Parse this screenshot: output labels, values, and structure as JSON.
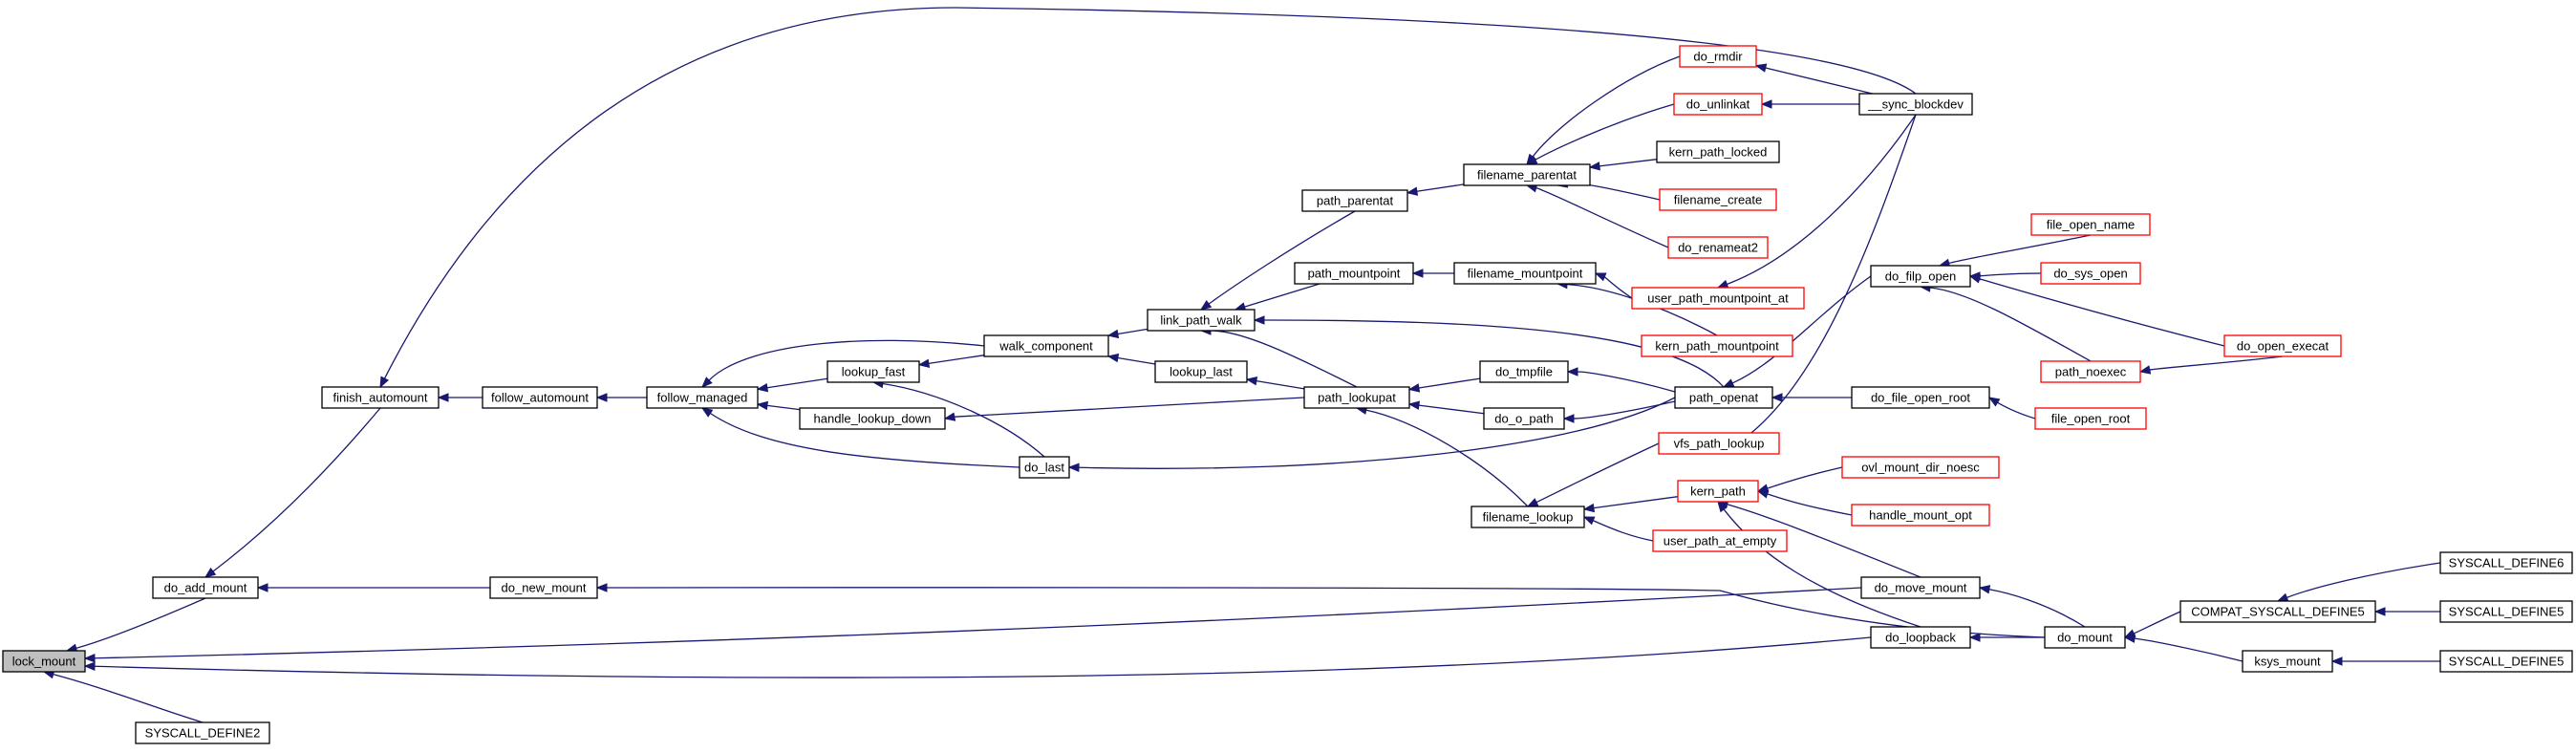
{
  "colors": {
    "edge": "#191970",
    "normal_border": "#000000",
    "red_border": "#ff0000",
    "current_fill": "#bfbfbf"
  },
  "nodes": {
    "lock_mount": {
      "label": "lock_mount",
      "style": "current"
    },
    "do_add_mount": {
      "label": "do_add_mount",
      "style": "normal"
    },
    "SYSCALL_DEFINE2": {
      "label": "SYSCALL_DEFINE2",
      "style": "normal"
    },
    "finish_automount": {
      "label": "finish_automount",
      "style": "normal"
    },
    "follow_automount": {
      "label": "follow_automount",
      "style": "normal"
    },
    "follow_managed": {
      "label": "follow_managed",
      "style": "normal"
    },
    "lookup_fast": {
      "label": "lookup_fast",
      "style": "normal"
    },
    "handle_lookup_down": {
      "label": "handle_lookup_down",
      "style": "normal"
    },
    "do_new_mount": {
      "label": "do_new_mount",
      "style": "normal"
    },
    "walk_component": {
      "label": "walk_component",
      "style": "normal"
    },
    "do_last": {
      "label": "do_last",
      "style": "normal"
    },
    "link_path_walk": {
      "label": "link_path_walk",
      "style": "normal"
    },
    "lookup_last": {
      "label": "lookup_last",
      "style": "normal"
    },
    "path_parentat": {
      "label": "path_parentat",
      "style": "normal"
    },
    "path_mountpoint": {
      "label": "path_mountpoint",
      "style": "normal"
    },
    "path_lookupat": {
      "label": "path_lookupat",
      "style": "normal"
    },
    "filename_lookup": {
      "label": "filename_lookup",
      "style": "normal"
    },
    "filename_parentat": {
      "label": "filename_parentat",
      "style": "normal"
    },
    "filename_mountpoint": {
      "label": "filename_mountpoint",
      "style": "normal"
    },
    "do_tmpfile": {
      "label": "do_tmpfile",
      "style": "normal"
    },
    "do_o_path": {
      "label": "do_o_path",
      "style": "normal"
    },
    "do_rmdir": {
      "label": "do_rmdir",
      "style": "red"
    },
    "do_unlinkat": {
      "label": "do_unlinkat",
      "style": "red"
    },
    "kern_path_locked": {
      "label": "kern_path_locked",
      "style": "normal"
    },
    "filename_create": {
      "label": "filename_create",
      "style": "red"
    },
    "do_renameat2": {
      "label": "do_renameat2",
      "style": "red"
    },
    "user_path_mountpoint_at": {
      "label": "user_path_mountpoint_at",
      "style": "red"
    },
    "kern_path_mountpoint": {
      "label": "kern_path_mountpoint",
      "style": "red"
    },
    "path_openat": {
      "label": "path_openat",
      "style": "normal"
    },
    "vfs_path_lookup": {
      "label": "vfs_path_lookup",
      "style": "red"
    },
    "kern_path": {
      "label": "kern_path",
      "style": "red"
    },
    "user_path_at_empty": {
      "label": "user_path_at_empty",
      "style": "red"
    },
    "__sync_blockdev": {
      "label": "__sync_blockdev",
      "style": "normal"
    },
    "do_filp_open": {
      "label": "do_filp_open",
      "style": "normal"
    },
    "do_file_open_root": {
      "label": "do_file_open_root",
      "style": "normal"
    },
    "ovl_mount_dir_noesc": {
      "label": "ovl_mount_dir_noesc",
      "style": "red"
    },
    "handle_mount_opt": {
      "label": "handle_mount_opt",
      "style": "red"
    },
    "do_move_mount": {
      "label": "do_move_mount",
      "style": "normal"
    },
    "do_loopback": {
      "label": "do_loopback",
      "style": "normal"
    },
    "file_open_name": {
      "label": "file_open_name",
      "style": "red"
    },
    "do_sys_open": {
      "label": "do_sys_open",
      "style": "red"
    },
    "path_noexec": {
      "label": "path_noexec",
      "style": "red"
    },
    "file_open_root": {
      "label": "file_open_root",
      "style": "red"
    },
    "do_mount": {
      "label": "do_mount",
      "style": "normal"
    },
    "do_open_execat": {
      "label": "do_open_execat",
      "style": "red"
    },
    "COMPAT_SYSCALL_DEFINE5": {
      "label": "COMPAT_SYSCALL_DEFINE5",
      "style": "normal"
    },
    "ksys_mount": {
      "label": "ksys_mount",
      "style": "normal"
    },
    "SYSCALL_DEFINE6": {
      "label": "SYSCALL_DEFINE6",
      "style": "normal"
    },
    "SYSCALL_DEFINE5_a": {
      "label": "SYSCALL_DEFINE5",
      "style": "normal"
    },
    "SYSCALL_DEFINE5_b": {
      "label": "SYSCALL_DEFINE5",
      "style": "normal"
    }
  },
  "edges": [
    [
      "do_add_mount",
      "lock_mount"
    ],
    [
      "SYSCALL_DEFINE2",
      "lock_mount"
    ],
    [
      "do_move_mount",
      "lock_mount"
    ],
    [
      "do_loopback",
      "lock_mount"
    ],
    [
      "finish_automount",
      "do_add_mount"
    ],
    [
      "do_new_mount",
      "do_add_mount"
    ],
    [
      "follow_automount",
      "finish_automount"
    ],
    [
      "__sync_blockdev",
      "finish_automount"
    ],
    [
      "follow_managed",
      "follow_automount"
    ],
    [
      "lookup_fast",
      "follow_managed"
    ],
    [
      "handle_lookup_down",
      "follow_managed"
    ],
    [
      "walk_component",
      "follow_managed"
    ],
    [
      "do_last",
      "follow_managed"
    ],
    [
      "walk_component",
      "lookup_fast"
    ],
    [
      "do_last",
      "lookup_fast"
    ],
    [
      "path_lookupat",
      "handle_lookup_down"
    ],
    [
      "do_mount",
      "do_new_mount"
    ],
    [
      "link_path_walk",
      "walk_component"
    ],
    [
      "lookup_last",
      "walk_component"
    ],
    [
      "path_openat",
      "do_last"
    ],
    [
      "path_parentat",
      "link_path_walk"
    ],
    [
      "path_mountpoint",
      "link_path_walk"
    ],
    [
      "path_lookupat",
      "link_path_walk"
    ],
    [
      "path_openat",
      "link_path_walk"
    ],
    [
      "path_lookupat",
      "lookup_last"
    ],
    [
      "filename_parentat",
      "path_parentat"
    ],
    [
      "filename_mountpoint",
      "path_mountpoint"
    ],
    [
      "filename_lookup",
      "path_lookupat"
    ],
    [
      "do_tmpfile",
      "path_lookupat"
    ],
    [
      "do_o_path",
      "path_lookupat"
    ],
    [
      "do_rmdir",
      "filename_parentat"
    ],
    [
      "do_unlinkat",
      "filename_parentat"
    ],
    [
      "kern_path_locked",
      "filename_parentat"
    ],
    [
      "filename_create",
      "filename_parentat"
    ],
    [
      "do_renameat2",
      "filename_parentat"
    ],
    [
      "user_path_mountpoint_at",
      "filename_mountpoint"
    ],
    [
      "kern_path_mountpoint",
      "filename_mountpoint"
    ],
    [
      "path_openat",
      "do_tmpfile"
    ],
    [
      "path_openat",
      "do_o_path"
    ],
    [
      "__sync_blockdev",
      "do_rmdir"
    ],
    [
      "__sync_blockdev",
      "do_unlinkat"
    ],
    [
      "__sync_blockdev",
      "user_path_mountpoint_at"
    ],
    [
      "__sync_blockdev",
      "vfs_path_lookup"
    ],
    [
      "vfs_path_lookup",
      "filename_lookup"
    ],
    [
      "kern_path",
      "filename_lookup"
    ],
    [
      "user_path_at_empty",
      "filename_lookup"
    ],
    [
      "do_filp_open",
      "path_openat"
    ],
    [
      "do_file_open_root",
      "path_openat"
    ],
    [
      "ovl_mount_dir_noesc",
      "kern_path"
    ],
    [
      "handle_mount_opt",
      "kern_path"
    ],
    [
      "do_move_mount",
      "kern_path"
    ],
    [
      "do_loopback",
      "kern_path"
    ],
    [
      "file_open_name",
      "do_filp_open"
    ],
    [
      "do_sys_open",
      "do_filp_open"
    ],
    [
      "path_noexec",
      "do_filp_open"
    ],
    [
      "do_open_execat",
      "do_filp_open"
    ],
    [
      "file_open_root",
      "do_file_open_root"
    ],
    [
      "do_open_execat",
      "path_noexec"
    ],
    [
      "do_mount",
      "do_move_mount"
    ],
    [
      "do_mount",
      "do_loopback"
    ],
    [
      "COMPAT_SYSCALL_DEFINE5",
      "do_mount"
    ],
    [
      "ksys_mount",
      "do_mount"
    ],
    [
      "SYSCALL_DEFINE6",
      "COMPAT_SYSCALL_DEFINE5"
    ],
    [
      "SYSCALL_DEFINE5_a",
      "COMPAT_SYSCALL_DEFINE5"
    ],
    [
      "SYSCALL_DEFINE5_b",
      "ksys_mount"
    ]
  ]
}
